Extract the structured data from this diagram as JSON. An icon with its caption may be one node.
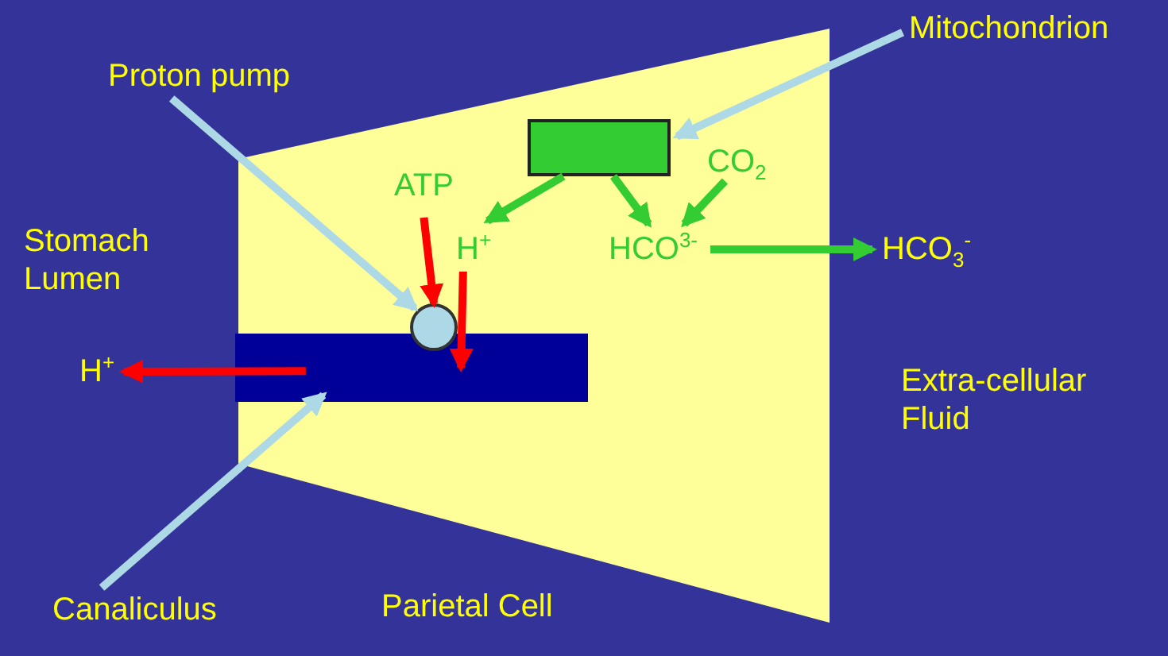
{
  "diagram": {
    "nodes": [
      {
        "text": [
          "Mitochondrion"
        ]
      },
      {
        "text": [],
        "shape": "box"
      },
      {
        "text": [
          "Proton pump"
        ]
      },
      {
        "text": [],
        "shape": "circle"
      },
      {
        "text": [
          "Canaliculus"
        ]
      },
      {
        "text": [],
        "shape": "bar"
      },
      {
        "text": [
          "ATP"
        ]
      },
      {
        "text": [
          "H$^{+}$"
        ]
      },
      {
        "text": [
          "CO$_{2}$"
        ]
      },
      {
        "text": [
          "HCO$^{3-}$"
        ]
      },
      {
        "text": [
          "HCO$_{3}$$^{-}$"
        ]
      },
      {
        "text": [
          "H$^{+}$"
        ]
      }
    ],
    "edges": [
      {
        "from": 0,
        "to": 1,
        "arrow": "to",
        "color": "#add8e6"
      },
      {
        "from": 2,
        "to": 3,
        "arrow": "to",
        "color": "#add8e6"
      },
      {
        "from": 4,
        "to": 5,
        "arrow": "to",
        "color": "#add8e6"
      },
      {
        "from": 1,
        "to": 7,
        "arrow": "to"
      },
      {
        "from": 1,
        "to": 9,
        "arrow": "to"
      },
      {
        "from": 8,
        "to": 9,
        "arrow": "to"
      },
      {
        "from": 9,
        "to": 10,
        "arrow": "to"
      },
      {
        "from": 6,
        "to": 3,
        "arrow": "to",
        "color": "#ff0000"
      },
      {
        "from": 7,
        "to": 5,
        "arrow": "to",
        "color": "#ff0000"
      },
      {
        "from": 5,
        "to": 11,
        "arrow": "to",
        "color": "#ff0000"
      }
    ],
    "labels": [
      "Stomach Lumen",
      "Extra-cellular Fluid",
      "Parietal Cell"
    ]
  }
}
